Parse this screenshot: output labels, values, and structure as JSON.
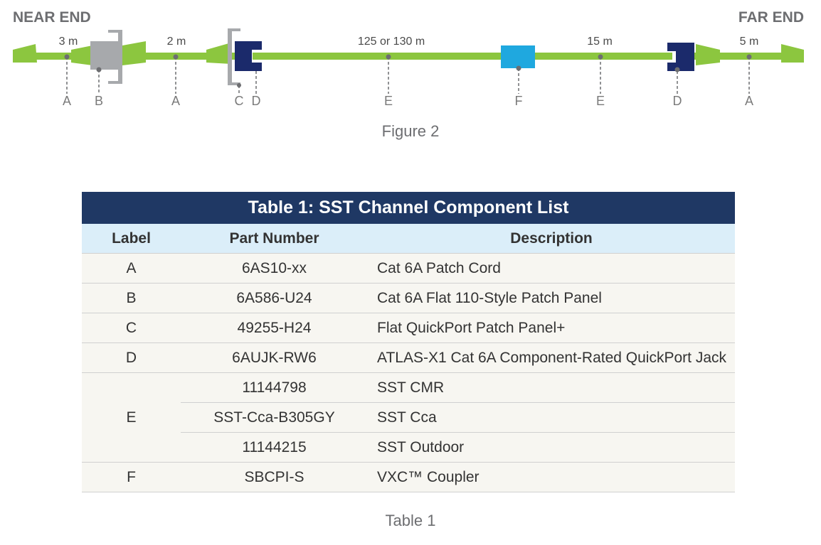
{
  "diagram": {
    "near_end": "NEAR END",
    "far_end": "FAR END",
    "lengths": [
      "3 m",
      "2 m",
      "125 or 130 m",
      "15 m",
      "5 m"
    ],
    "labels": [
      "A",
      "B",
      "A",
      "C",
      "D",
      "E",
      "F",
      "E",
      "D",
      "A"
    ],
    "colors": {
      "cable": "#8cc63f",
      "panel": "#a7a9ac",
      "jack": "#1b2a6b",
      "coupler": "#1fa8df"
    }
  },
  "figure_caption": "Figure 2",
  "table": {
    "title": "Table 1: SST Channel Component List",
    "headers": [
      "Label",
      "Part Number",
      "Description"
    ],
    "rows": [
      {
        "label": "A",
        "part": "6AS10-xx",
        "desc": "Cat 6A Patch Cord"
      },
      {
        "label": "B",
        "part": "6A586-U24",
        "desc": "Cat 6A Flat 110-Style Patch Panel"
      },
      {
        "label": "C",
        "part": "49255-H24",
        "desc": "Flat QuickPort Patch Panel+"
      },
      {
        "label": "D",
        "part": "6AUJK-RW6",
        "desc": "ATLAS-X1 Cat 6A Component-Rated QuickPort Jack"
      },
      {
        "label": "E",
        "part": "11144798",
        "desc": "SST CMR"
      },
      {
        "label": "",
        "part": "SST-Cca-B305GY",
        "desc": "SST Cca"
      },
      {
        "label": "",
        "part": "11144215",
        "desc": "SST Outdoor"
      },
      {
        "label": "F",
        "part": "SBCPI-S",
        "desc": "VXC™ Coupler"
      }
    ]
  },
  "table_caption": "Table 1"
}
